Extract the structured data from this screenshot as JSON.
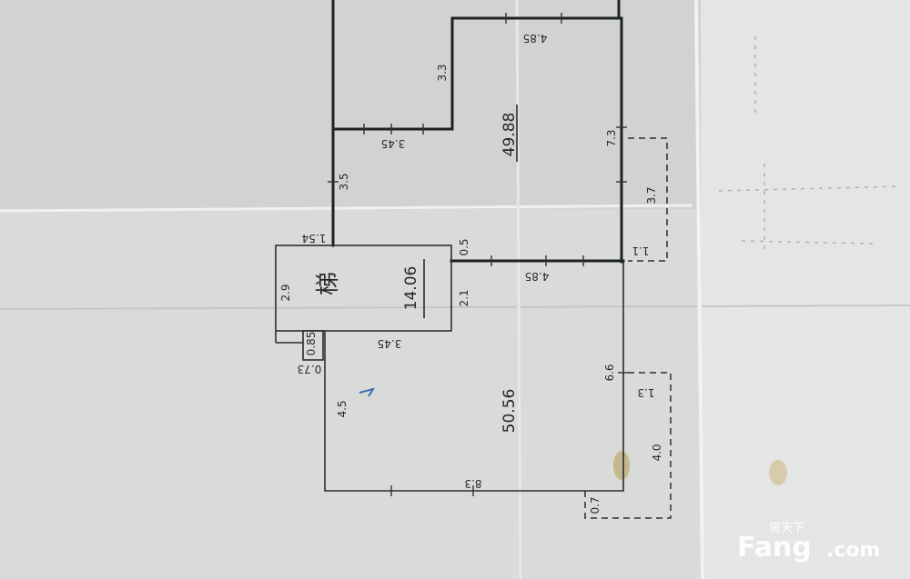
{
  "plan": {
    "rooms": [
      {
        "id": "upper-room",
        "area": "49.88"
      },
      {
        "id": "stair",
        "area": "14.06",
        "label": "梯"
      },
      {
        "id": "lower-room",
        "area": "50.56"
      }
    ],
    "dimensions": {
      "d_485_top": "4.85",
      "d_33": "3.3",
      "d_345_upper": "3.45",
      "d_73": "7.3",
      "d_35": "3.5",
      "d_154": "1.54",
      "d_05": "0.5",
      "d_485_mid": "4.85",
      "d_11": "1.1",
      "d_37": "3.7",
      "d_29": "2.9",
      "d_21": "2.1",
      "d_085": "0.85",
      "d_073": "0.73",
      "d_345_lower": "3.45",
      "d_45": "4.5",
      "d_66": "6.6",
      "d_13": "1.3",
      "d_40": "4.0",
      "d_83": "8.3",
      "d_07": "0.7"
    }
  },
  "watermark": {
    "brand_cn": "房天下",
    "brand": "Fang",
    "domain_suffix": ".com"
  }
}
